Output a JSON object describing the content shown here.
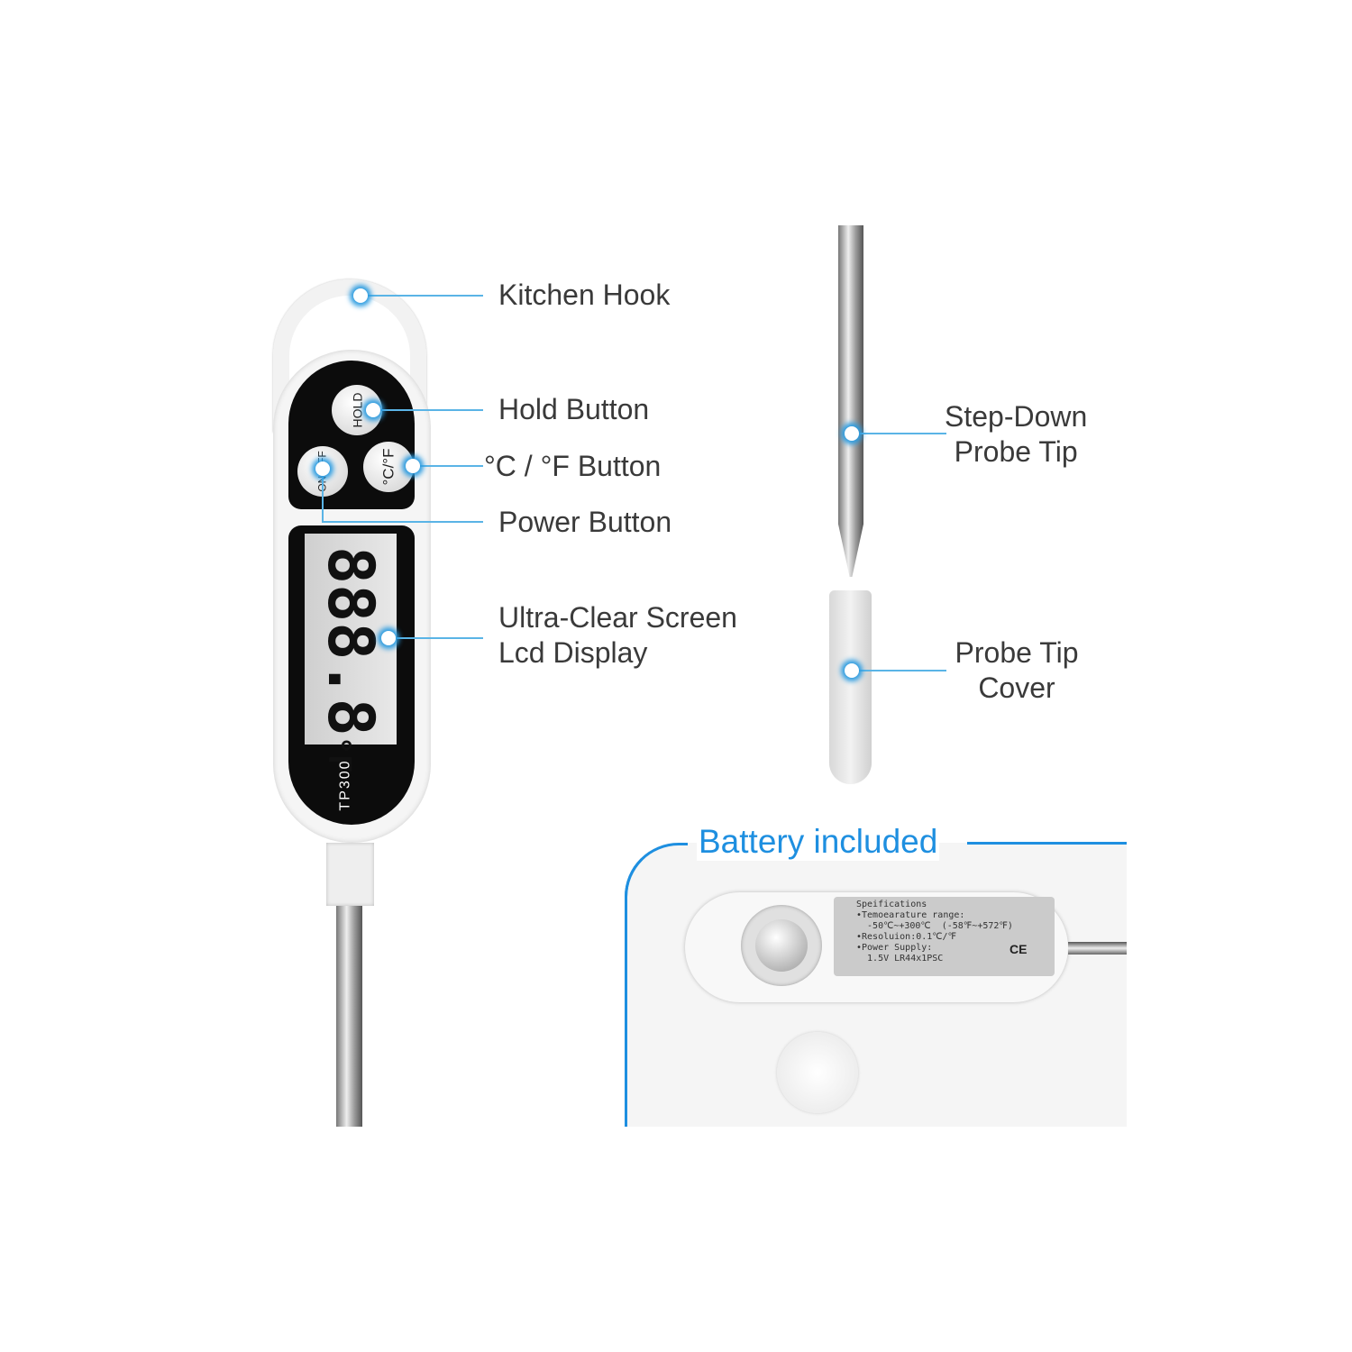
{
  "labels": {
    "kitchen_hook": "Kitchen Hook",
    "hold_button": "Hold Button",
    "cf_button": "°C / °F Button",
    "power_button": "Power Button",
    "screen_line1": "Ultra-Clear Screen",
    "screen_line2": "Lcd Display",
    "probe_tip_line1": "Step-Down",
    "probe_tip_line2": "Probe Tip",
    "cover_line1": "Probe Tip",
    "cover_line2": "Cover"
  },
  "device": {
    "hold": "HOLD",
    "cf": "°C/°F",
    "onoff": "ON/OFF",
    "lcd_digits": "888.8",
    "lcd_unit": "°F",
    "model": "TP300"
  },
  "battery": {
    "title": "Battery included",
    "spec_title": "Speifications",
    "spec_lines": [
      "•Temoearature range:",
      "  -50℃~+300℃  (-58℉~+572℉)",
      "•Resoluion:0.1℃/℉",
      "•Power Supply:",
      "  1.5V LR44x1PSC"
    ],
    "marks": "CE"
  },
  "colors": {
    "accent": "#1e8fe0",
    "callout": "#5ab4e6",
    "text": "#3a3a3a"
  }
}
